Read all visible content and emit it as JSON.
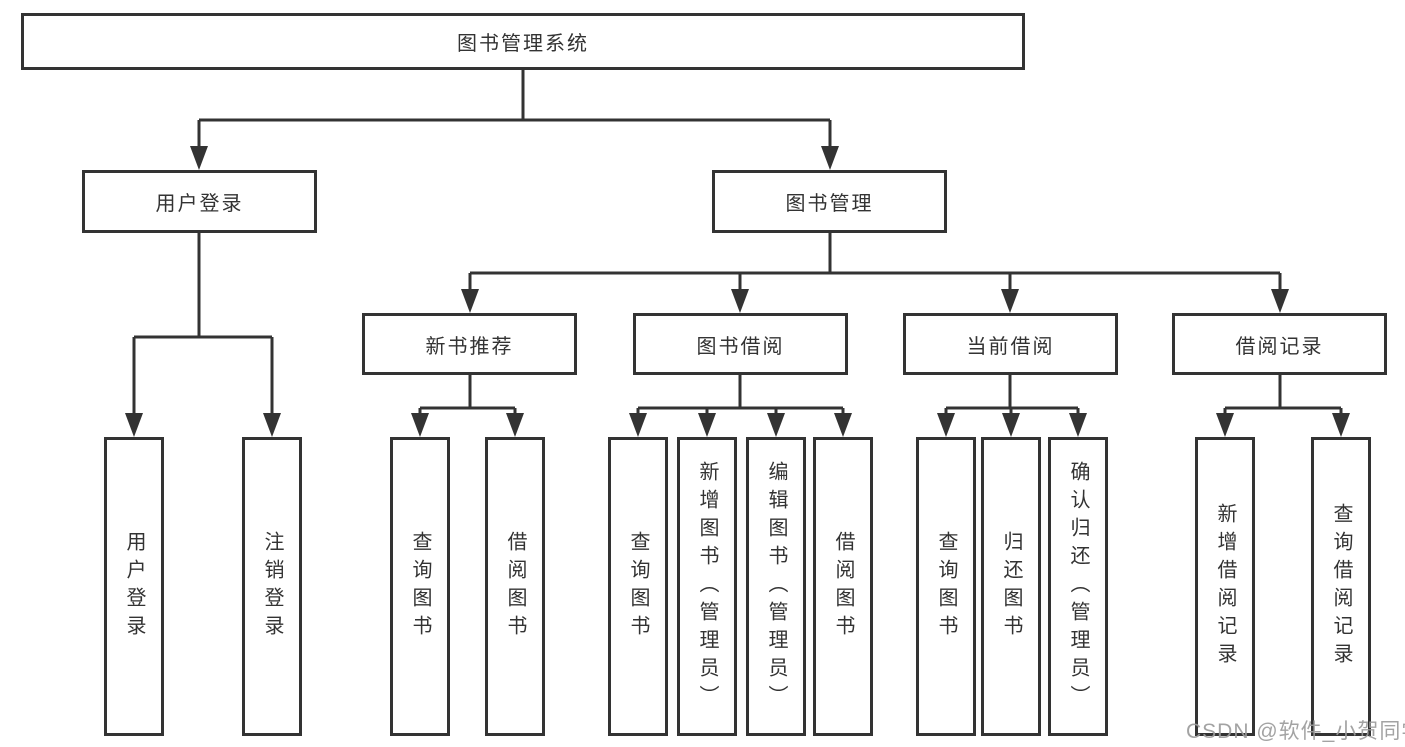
{
  "colors": {
    "line": "#333333",
    "box_border": "#333333",
    "text": "#333333",
    "watermark": "#9b9b9b",
    "background": "#ffffff"
  },
  "watermark": {
    "text": "CSDN @软件_小贺同学"
  },
  "tree": {
    "root": {
      "label": "图书管理系统"
    },
    "branches": [
      {
        "label": "用户登录",
        "children": [
          {
            "label": "用户登录"
          },
          {
            "label": "注销登录"
          }
        ]
      },
      {
        "label": "图书管理",
        "children": [
          {
            "label": "新书推荐",
            "children": [
              {
                "label": "查询图书"
              },
              {
                "label": "借阅图书"
              }
            ]
          },
          {
            "label": "图书借阅",
            "children": [
              {
                "label": "查询图书"
              },
              {
                "label": "新增图书（管理员）"
              },
              {
                "label": "编辑图书（管理员）"
              },
              {
                "label": "借阅图书"
              }
            ]
          },
          {
            "label": "当前借阅",
            "children": [
              {
                "label": "查询图书"
              },
              {
                "label": "归还图书"
              },
              {
                "label": "确认归还（管理员）"
              }
            ]
          },
          {
            "label": "借阅记录",
            "children": [
              {
                "label": "新增借阅记录"
              },
              {
                "label": "查询借阅记录"
              }
            ]
          }
        ]
      }
    ]
  }
}
